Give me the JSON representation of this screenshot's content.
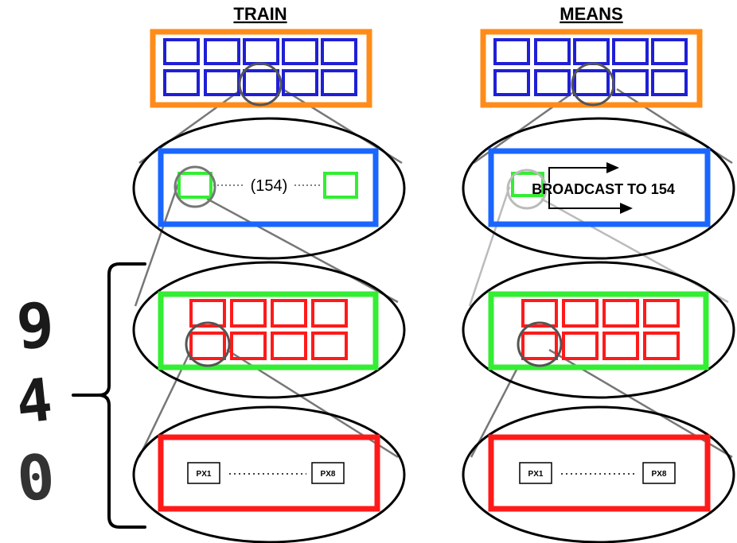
{
  "headers": {
    "train": "TRAIN",
    "means": "MEANS"
  },
  "train_column": {
    "count_label": "(154)",
    "pixel_first": "PX1",
    "pixel_last": "PX8"
  },
  "means_column": {
    "broadcast_label": "BROADCAST TO 154",
    "pixel_first": "PX1",
    "pixel_last": "PX8"
  },
  "colors": {
    "outer": "#ff8c1a",
    "class_cell": "#1f1fd6",
    "sample": "#1a66ff",
    "row": "#33ee33",
    "pixel": "#ff1a1a",
    "ellipse": "#000000",
    "zoom_line": "#777777"
  },
  "digits": [
    "9",
    "4",
    "0"
  ]
}
